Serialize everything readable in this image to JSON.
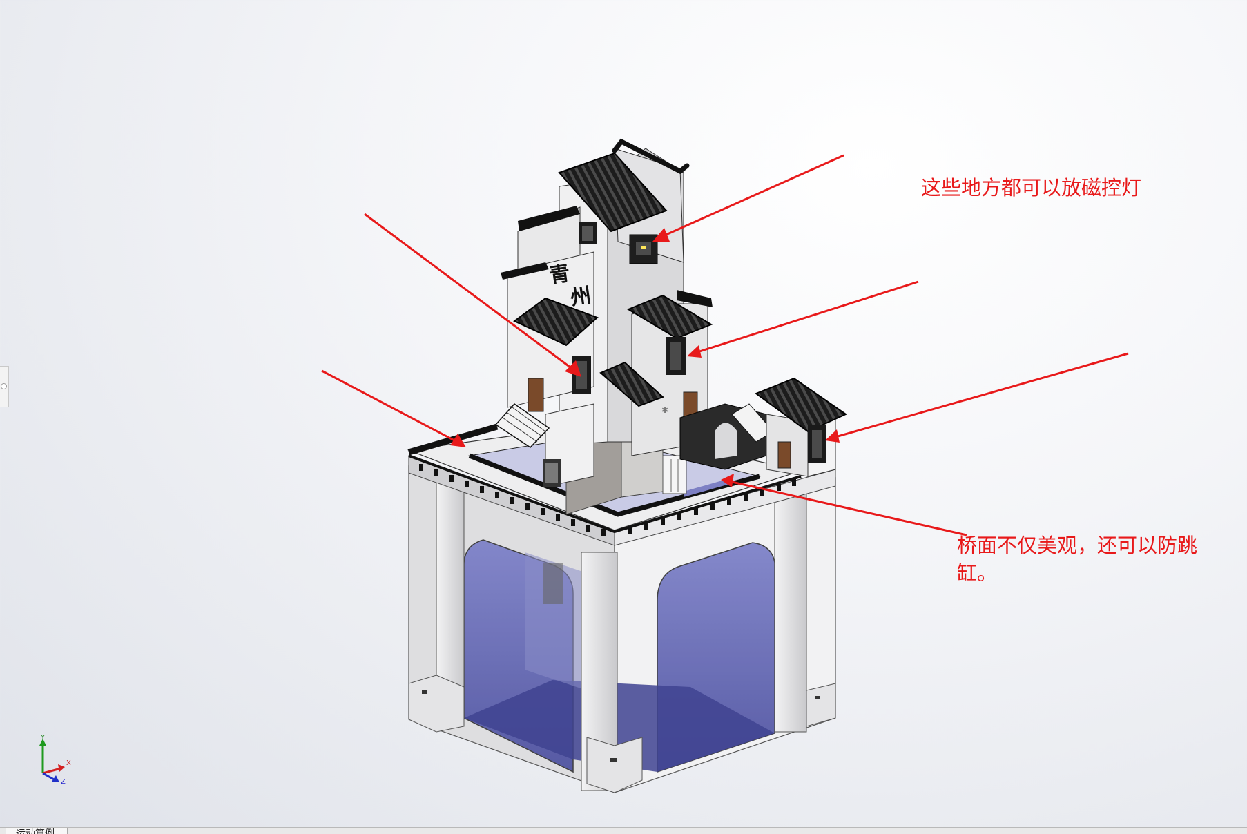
{
  "annotations": {
    "magnet_light_note": "这些地方都可以放磁控灯",
    "bridge_note": "桥面不仅美观，还可以防跳\n缸。"
  },
  "model": {
    "plaque_text": [
      "青",
      "州"
    ]
  },
  "triad": {
    "y_label": "Y",
    "x_label": "X",
    "z_label": "Z"
  },
  "bottom_tab": {
    "label": "运动算例"
  },
  "colors": {
    "annotation_red": "#e8191a",
    "roof_dark": "#1a1a1a",
    "wall_light": "#e9e9ea",
    "glass_blue": "#5a5fb5"
  },
  "icons": {
    "left_handle": "panel-expand-handle-icon",
    "triad": "view-orientation-triad-icon"
  }
}
